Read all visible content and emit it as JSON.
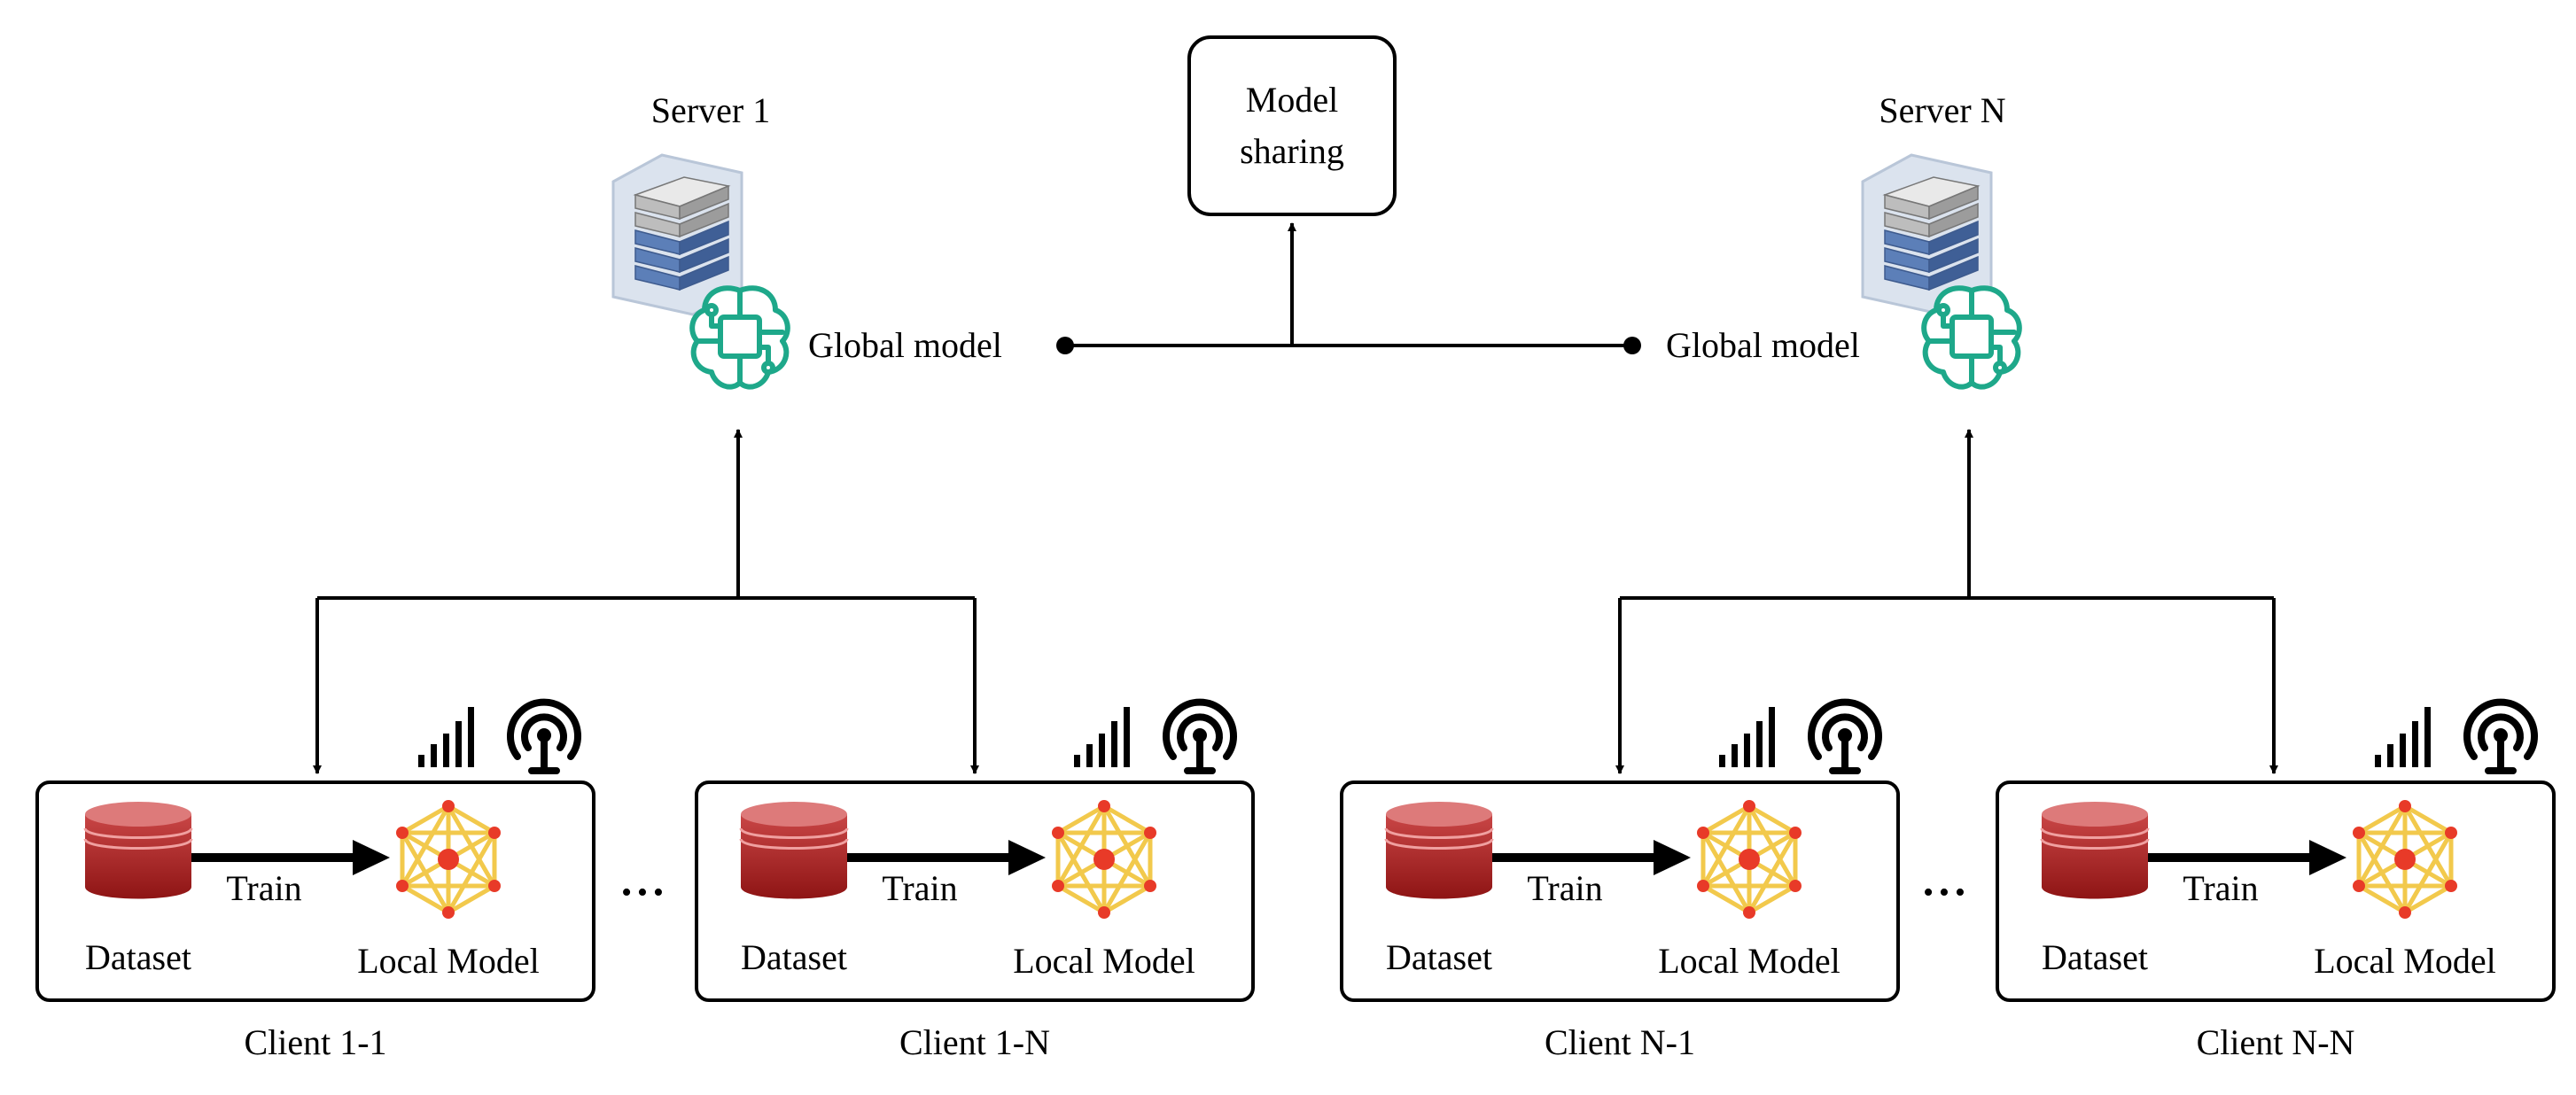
{
  "servers": [
    {
      "label": "Server 1",
      "model_label": "Global model"
    },
    {
      "label": "Server N",
      "model_label": "Global model"
    }
  ],
  "model_sharing": {
    "line1": "Model",
    "line2": "sharing"
  },
  "clients": [
    {
      "label": "Client 1-1",
      "dataset": "Dataset",
      "train": "Train",
      "model": "Local Model"
    },
    {
      "label": "Client 1-N",
      "dataset": "Dataset",
      "train": "Train",
      "model": "Local Model"
    },
    {
      "label": "Client N-1",
      "dataset": "Dataset",
      "train": "Train",
      "model": "Local Model"
    },
    {
      "label": "Client N-N",
      "dataset": "Dataset",
      "train": "Train",
      "model": "Local Model"
    }
  ],
  "ellipsis": "•••",
  "colors": {
    "brain": "#1ea88a",
    "server_bg": "#dbe3ee",
    "db_top": "#d96060",
    "db_body": "#b12a2a",
    "nn_node": "#e83a28",
    "nn_edge": "#f4c542"
  }
}
